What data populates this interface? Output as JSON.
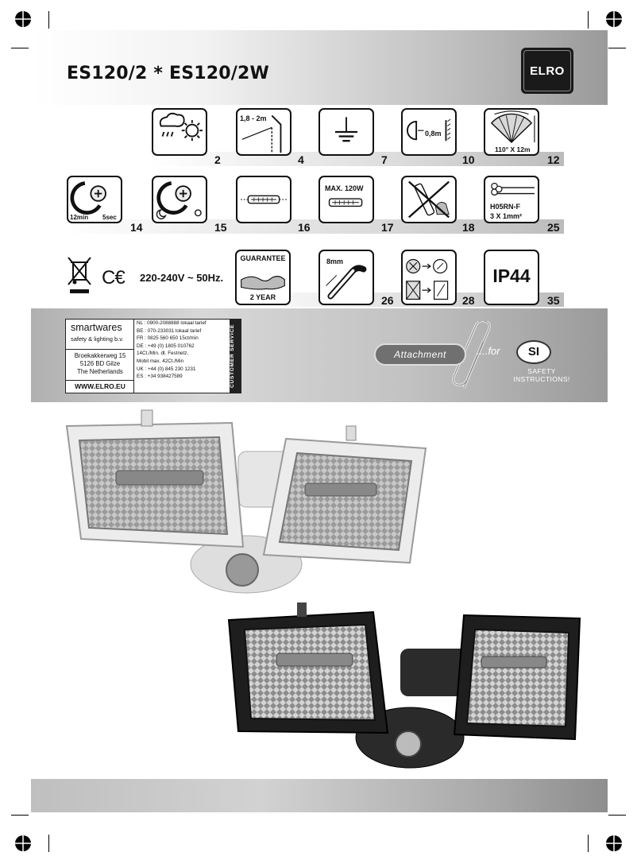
{
  "header": {
    "title": "ES120/2 * ES120/2W",
    "logo_text": "ELRO"
  },
  "symbols": {
    "row1": [
      {
        "icon": "weather-icon",
        "number": "2"
      },
      {
        "icon": "mounting-height-icon",
        "number": "4",
        "label": "1,8 - 2m"
      },
      {
        "icon": "ground-icon",
        "number": "7"
      },
      {
        "icon": "distance-icon",
        "number": "10",
        "label": "0,8m"
      },
      {
        "icon": "detection-range-icon",
        "number": "12",
        "label": "110° X 12m"
      }
    ],
    "row2": [
      {
        "icon": "timer-knob-icon",
        "number": "14",
        "label_left": "12min",
        "label_right": "5sec"
      },
      {
        "icon": "lux-knob-icon",
        "number": "15"
      },
      {
        "icon": "halogen-lamp-icon",
        "number": "16"
      },
      {
        "icon": "max-wattage-icon",
        "number": "17",
        "label": "MAX. 120W"
      },
      {
        "icon": "no-touch-lamp-icon",
        "number": "18"
      },
      {
        "icon": "cable-icon",
        "number": "25",
        "label_line1": "H05RN-F",
        "label_line2": "3 X 1mm²"
      }
    ],
    "row3": {
      "voltage": "220-240V ~ 50Hz.",
      "ce": "C€",
      "guarantee_top": "GUARANTEE",
      "guarantee_bottom": "2 YEAR",
      "strip_label": "8mm",
      "strip_number": "26",
      "glass_number": "28",
      "ip_label": "IP44",
      "ip_number": "35"
    }
  },
  "service": {
    "brand": "smartwares",
    "brand_sub": "safety & lighting b.v.",
    "address": [
      "Broekakkerweg 15",
      "5126 BD Gilze",
      "The Netherlands"
    ],
    "website": "WWW.ELRO.EU",
    "lines": [
      "NL  : 0900-2088888  lokaal tarief",
      "BE  : 070-233031     lokaal tarief",
      "FR  : 0825 560 650   15ct/min",
      "DE  : +49 (0) 1805 010762",
      "        14Ct./Min. dt. Festnetz,",
      "        Mobil max. 42Ct./Min",
      "UK  : +44 (0) 845 230 1231",
      "ES  : +34  938427589"
    ],
    "customer_service": "CUSTOMER SERVICE",
    "attachment": "Attachment",
    "for": "....for",
    "si": "SI",
    "safety_line1": "SAFETY",
    "safety_line2": "INSTRUCTIONS!"
  },
  "colors": {
    "product_white": "#e9e9e9",
    "product_black": "#1e1e1e",
    "logo_bg": "#1a1a1a"
  }
}
